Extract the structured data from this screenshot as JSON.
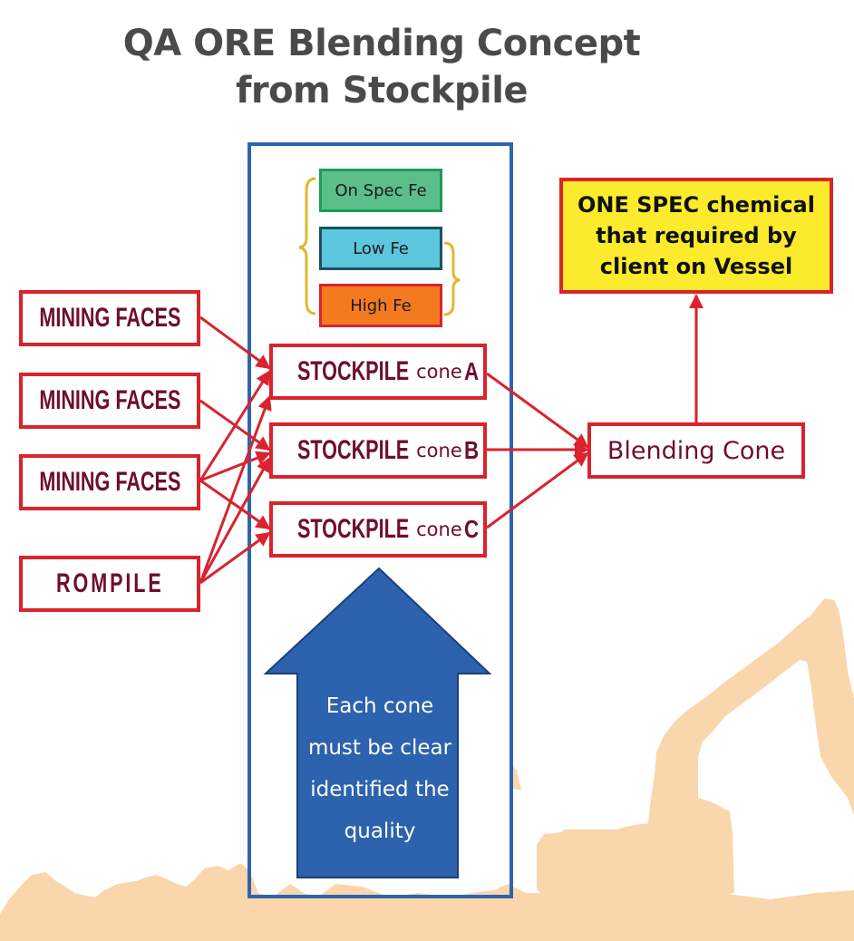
{
  "title": {
    "line1": "QA ORE Blending Concept",
    "line2": "from Stockpile"
  },
  "colors": {
    "arrow_red": "#d9232d",
    "text_maroon": "#6e0f2b",
    "frame_blue": "#2e64ae",
    "big_arrow_blue": "#2c62ae",
    "on_spec_fill": "#5cbf8a",
    "low_fe_fill": "#5cc6dc",
    "high_fe_fill": "#f47a20",
    "spec_fill": "#fbeb2c",
    "brace_gold": "#e0b82e",
    "background_silhouette": "#fad6ad"
  },
  "sources": [
    {
      "id": "mf1",
      "label": "MINING FACES"
    },
    {
      "id": "mf2",
      "label": "MINING FACES"
    },
    {
      "id": "mf3",
      "label": "MINING FACES"
    },
    {
      "id": "rom",
      "label": "ROMPILE"
    }
  ],
  "legend": [
    {
      "label": "On Spec Fe"
    },
    {
      "label": "Low Fe"
    },
    {
      "label": "High Fe"
    }
  ],
  "stockpiles": [
    {
      "id": "A",
      "prefix": "STOCKPILE",
      "middle": "cone",
      "letter": "A"
    },
    {
      "id": "B",
      "prefix": "STOCKPILE",
      "middle": "cone",
      "letter": "B"
    },
    {
      "id": "C",
      "prefix": "STOCKPILE",
      "middle": "cone",
      "letter": "C"
    }
  ],
  "blending": {
    "label": "Blending Cone"
  },
  "spec": {
    "line1": "ONE SPEC chemical",
    "line2": "that required by",
    "line3": "client on Vessel"
  },
  "note_arrow": {
    "line1": "Each cone",
    "line2": "must be clear",
    "line3": "identified the",
    "line4": "quality"
  },
  "connections": [
    {
      "from": "mf1",
      "to": "A"
    },
    {
      "from": "mf2",
      "to": "B"
    },
    {
      "from": "mf3",
      "to": "A"
    },
    {
      "from": "mf3",
      "to": "B"
    },
    {
      "from": "mf3",
      "to": "C"
    },
    {
      "from": "rom",
      "to": "A"
    },
    {
      "from": "rom",
      "to": "B"
    },
    {
      "from": "rom",
      "to": "C"
    },
    {
      "from": "A",
      "to": "blend"
    },
    {
      "from": "B",
      "to": "blend"
    },
    {
      "from": "C",
      "to": "blend"
    },
    {
      "from": "blend",
      "to": "spec"
    }
  ]
}
